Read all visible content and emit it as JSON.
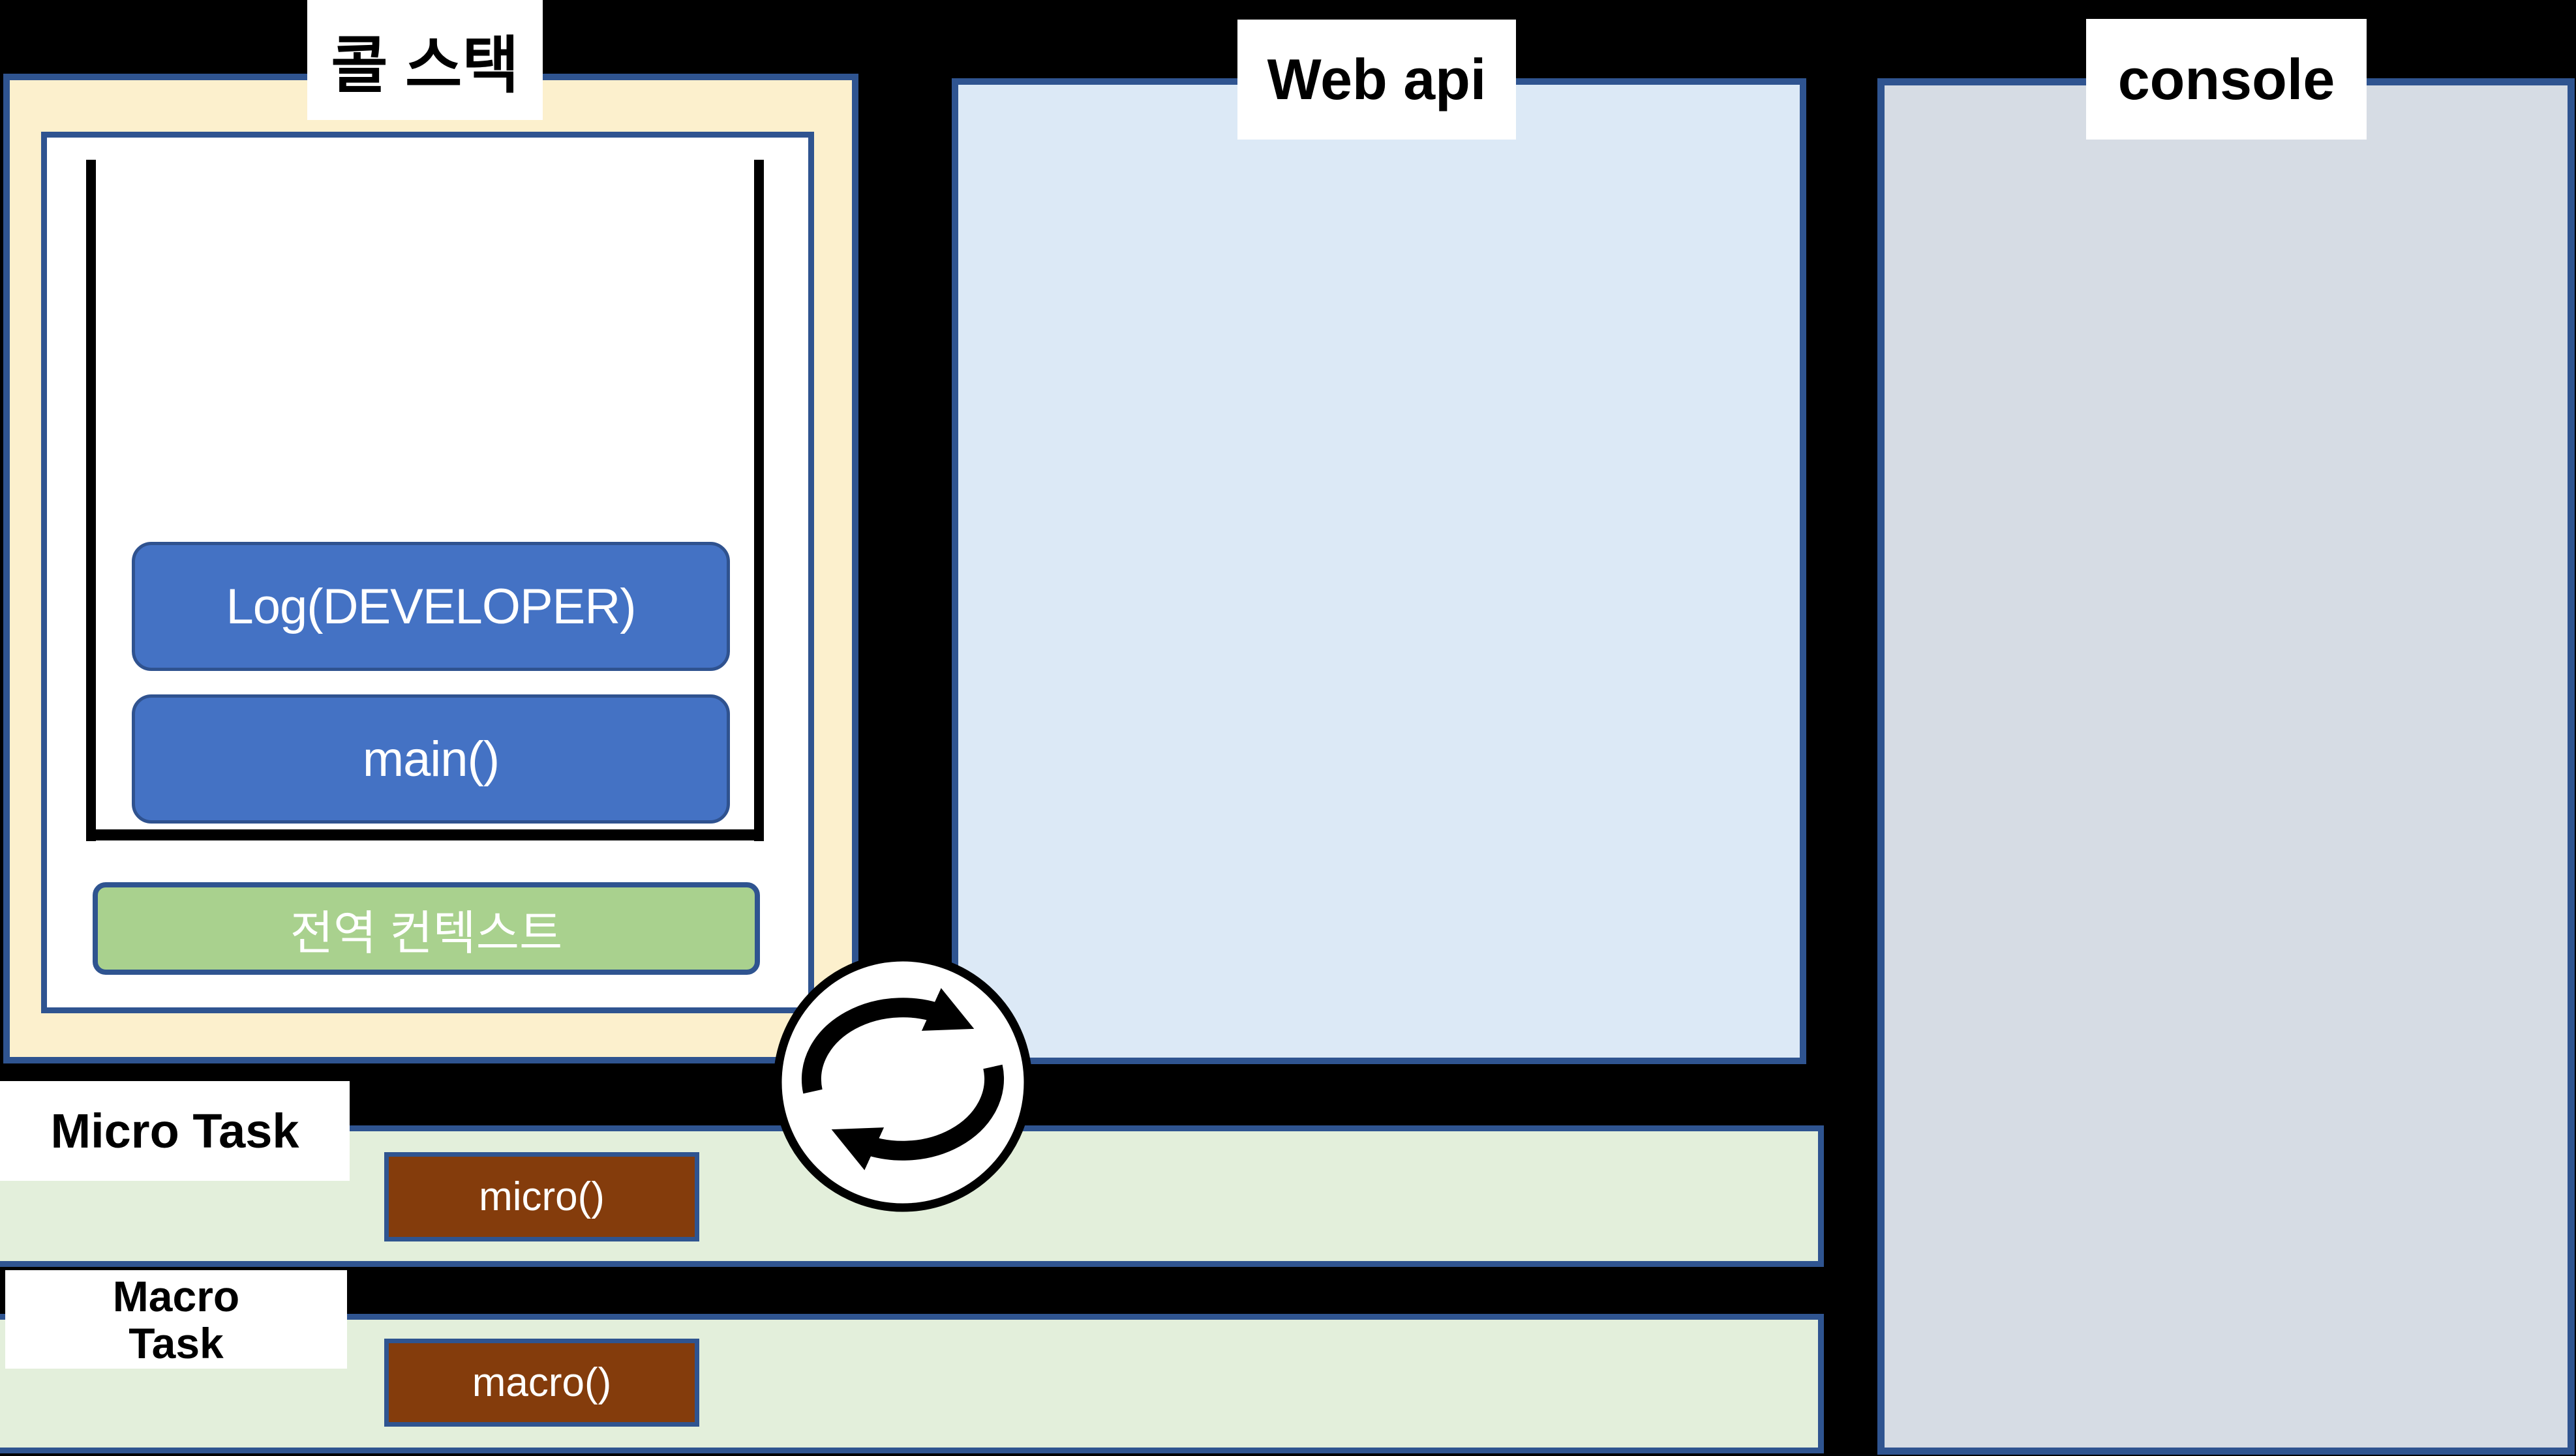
{
  "call_stack": {
    "title": "콜 스택",
    "frames": [
      {
        "label": "Log(DEVELOPER)"
      },
      {
        "label": "main()"
      }
    ],
    "global_context_label": "전역 컨텍스트"
  },
  "web_api": {
    "title": "Web api"
  },
  "console_panel": {
    "title": "console"
  },
  "micro_task": {
    "title": "Micro Task",
    "item_label": "micro()"
  },
  "macro_task": {
    "title": "Macro Task",
    "title_line1": "Macro",
    "title_line2": "Task",
    "item_label": "macro()"
  },
  "event_loop": {
    "icon": "event-loop-cycle-icon"
  },
  "colors": {
    "background": "#000000",
    "border_blue": "#2F5490",
    "call_stack_panel_fill": "#FCF0CD",
    "web_api_panel_fill": "#DCE9F6",
    "console_panel_fill": "#D6DCE4",
    "task_band_fill": "#E3EFDB",
    "stack_frame_fill": "#4472C4",
    "stack_frame_border": "#2F528F",
    "global_context_fill": "#A9D18E",
    "task_item_fill": "#843C0C",
    "title_text": "#000000",
    "box_text": "#FFFFFF",
    "stack_outline": "#000000"
  }
}
